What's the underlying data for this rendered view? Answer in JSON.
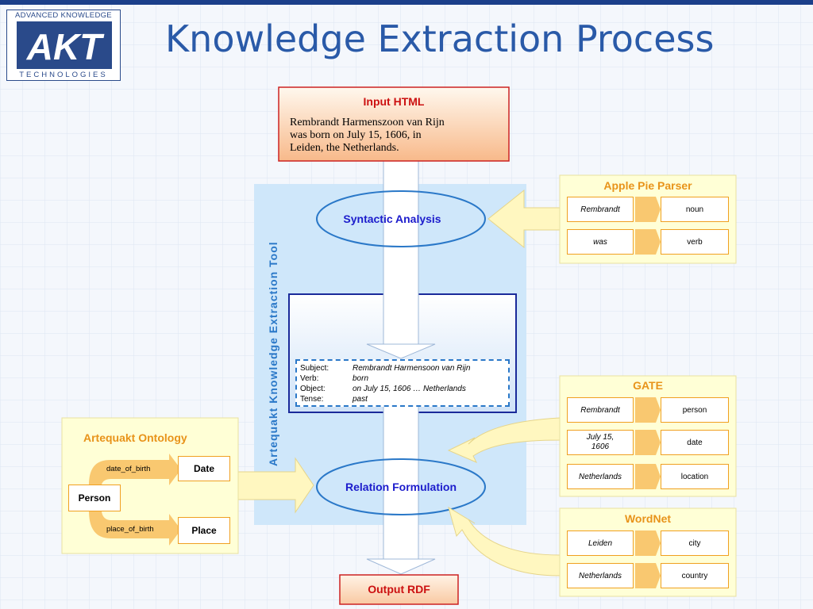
{
  "header": {
    "title": "Knowledge Extraction Process",
    "logo": {
      "line1": "ADVANCED KNOWLEDGE",
      "mark": "AKT",
      "line2": "TECHNOLOGIES"
    }
  },
  "input": {
    "title": "Input HTML",
    "text_lines": [
      "Rembrandt Harmenszoon van Rijn",
      "was born on July 15, 1606, in",
      "Leiden, the Netherlands."
    ]
  },
  "tool": {
    "label": "Artequakt Knowledge Extraction Tool"
  },
  "syntactic": {
    "label": "Syntactic Analysis"
  },
  "relation": {
    "label": "Relation Formulation"
  },
  "triple": {
    "rows": [
      {
        "key": "Subject:",
        "value": "Rembrandt Harmensoon van Rijn"
      },
      {
        "key": "Verb:",
        "value": "born"
      },
      {
        "key": "Object:",
        "value": "on July 15, 1606 … Netherlands"
      },
      {
        "key": "Tense:",
        "value": "past"
      }
    ]
  },
  "output": {
    "label": "Output RDF"
  },
  "parser": {
    "title": "Apple Pie Parser",
    "rows": [
      {
        "left": "Rembrandt",
        "right": "noun"
      },
      {
        "left": "was",
        "right": "verb"
      }
    ]
  },
  "gate": {
    "title": "GATE",
    "rows": [
      {
        "left": "Rembrandt",
        "right": "person"
      },
      {
        "left": "July 15, 1606",
        "right": "date"
      },
      {
        "left": "Netherlands",
        "right": "location"
      }
    ]
  },
  "wordnet": {
    "title": "WordNet",
    "rows": [
      {
        "left": "Leiden",
        "right": "city"
      },
      {
        "left": "Netherlands",
        "right": "country"
      }
    ]
  },
  "ontology": {
    "title": "Artequakt Ontology",
    "person": "Person",
    "date": "Date",
    "place": "Place",
    "rel_date": "date_of_birth",
    "rel_place": "place_of_birth"
  },
  "colors": {
    "title_blue": "#2a5aa8",
    "accent_orange": "#f0a020",
    "input_red": "#cc1111",
    "tool_blue": "#cfe7fa"
  }
}
